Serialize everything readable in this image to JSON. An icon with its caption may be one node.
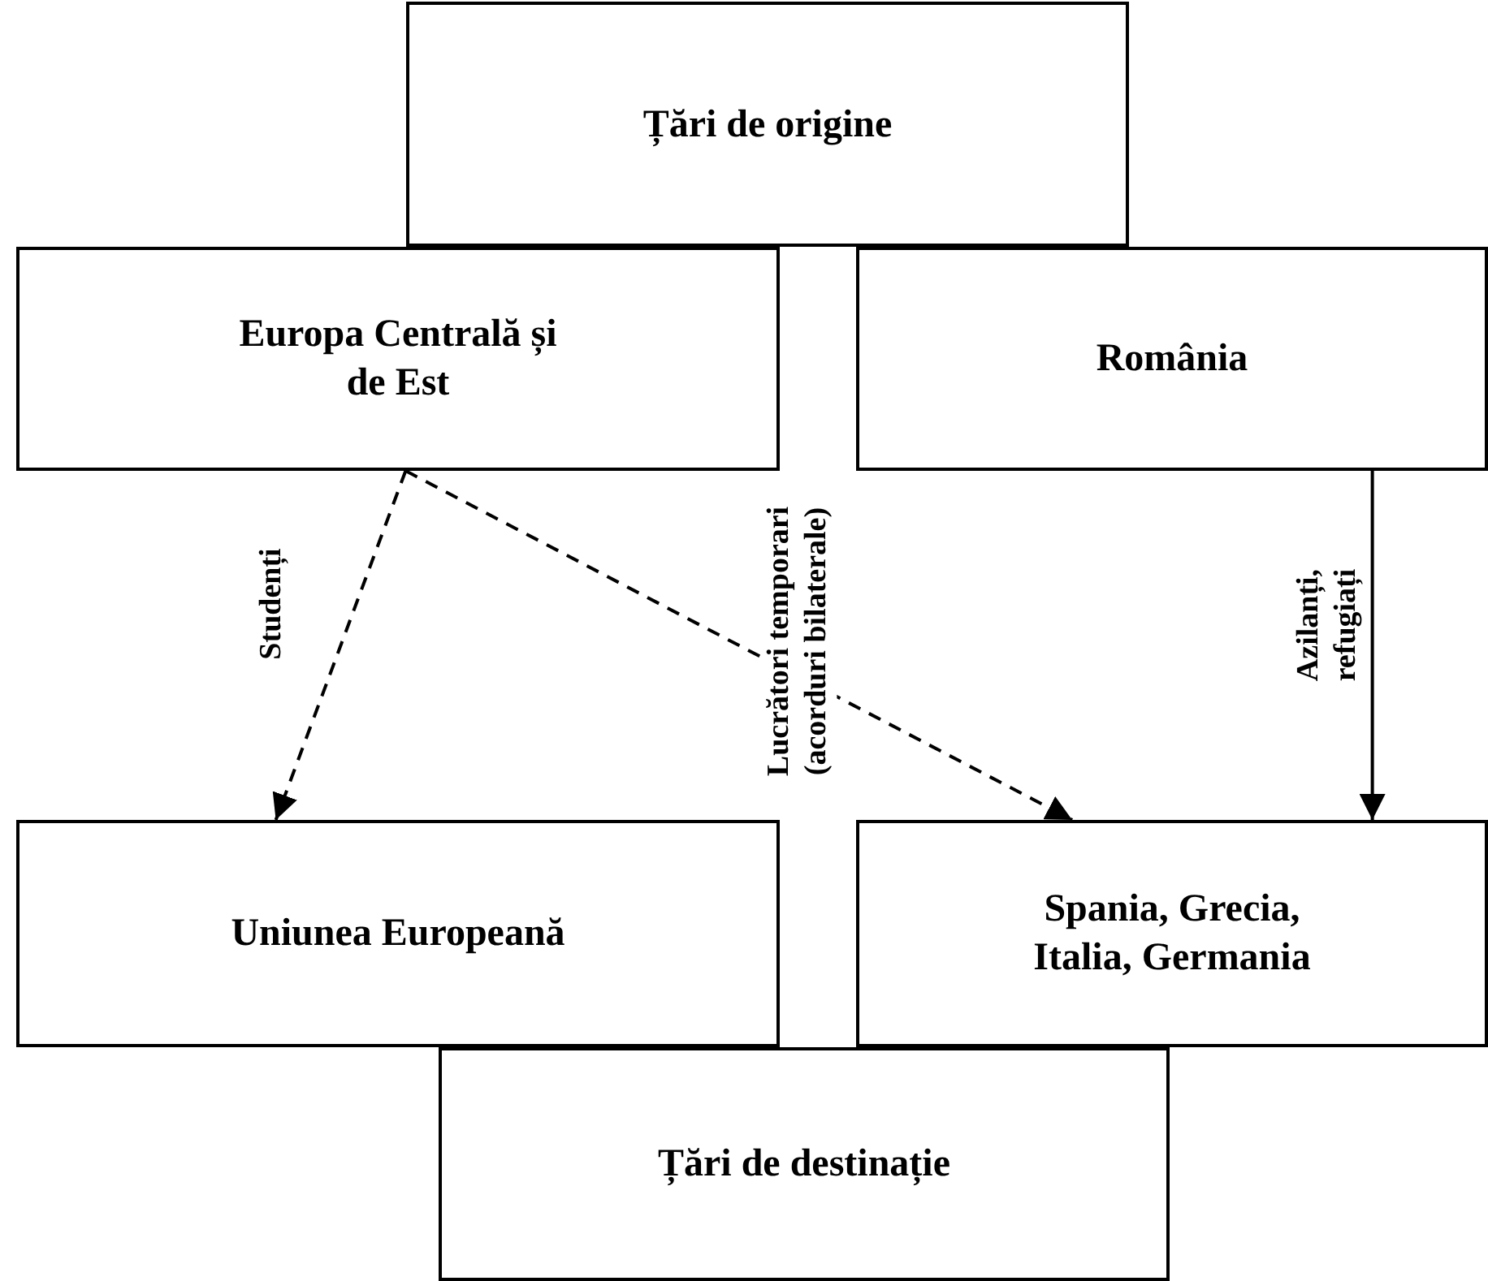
{
  "diagram": {
    "nodes": [
      {
        "text": [
          "Țări de origine"
        ]
      },
      {
        "text": [
          "Europa Centrală și de Est"
        ]
      },
      {
        "text": [
          "România"
        ]
      },
      {
        "text": [
          "Uniunea Europeană"
        ]
      },
      {
        "text": [
          "Spania, Grecia, Italia, Germania"
        ]
      },
      {
        "text": [
          "Țări de destinație"
        ]
      }
    ],
    "edges": [
      {
        "from": 1,
        "to": 3,
        "arrow": "to",
        "style": "dashed",
        "label": "Studenți"
      },
      {
        "from": 1,
        "to": 4,
        "arrow": "to",
        "style": "dashed",
        "label": "Lucrători temporari (acorduri bilaterale)"
      },
      {
        "from": 2,
        "to": 4,
        "arrow": "to",
        "label": "Azilanți, refugiați"
      }
    ]
  }
}
